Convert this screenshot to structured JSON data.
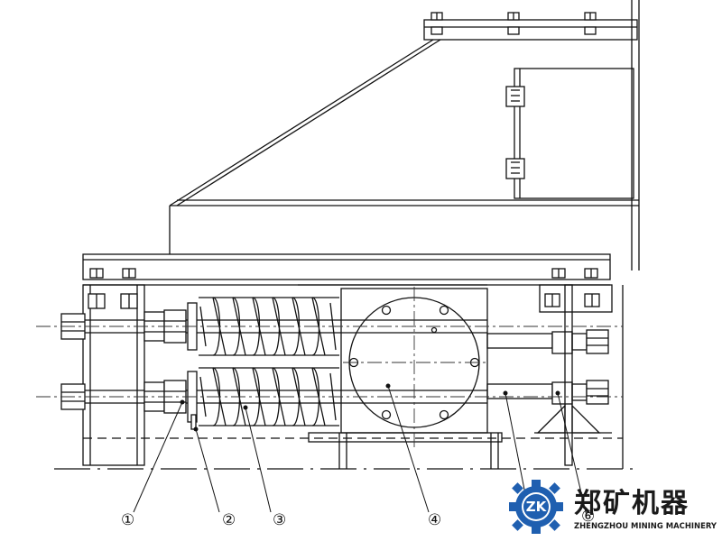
{
  "callouts": [
    {
      "id": "1",
      "label": "①"
    },
    {
      "id": "2",
      "label": "②"
    },
    {
      "id": "3",
      "label": "③"
    },
    {
      "id": "4",
      "label": "④"
    },
    {
      "id": "6",
      "label": "⑥"
    }
  ],
  "brand": {
    "name_cn": "郑矿机器",
    "name_en": "ZHENGZHOU MINING MACHINERY",
    "logo_letters": "ZK",
    "logo_color": "#1f5fb0"
  },
  "drawing": {
    "line_color": "#111111",
    "centerline_color": "#333333",
    "icons": [
      "bolt-head-icon",
      "coil-spring-icon",
      "bearing-housing-icon",
      "gear-logo-icon"
    ]
  }
}
